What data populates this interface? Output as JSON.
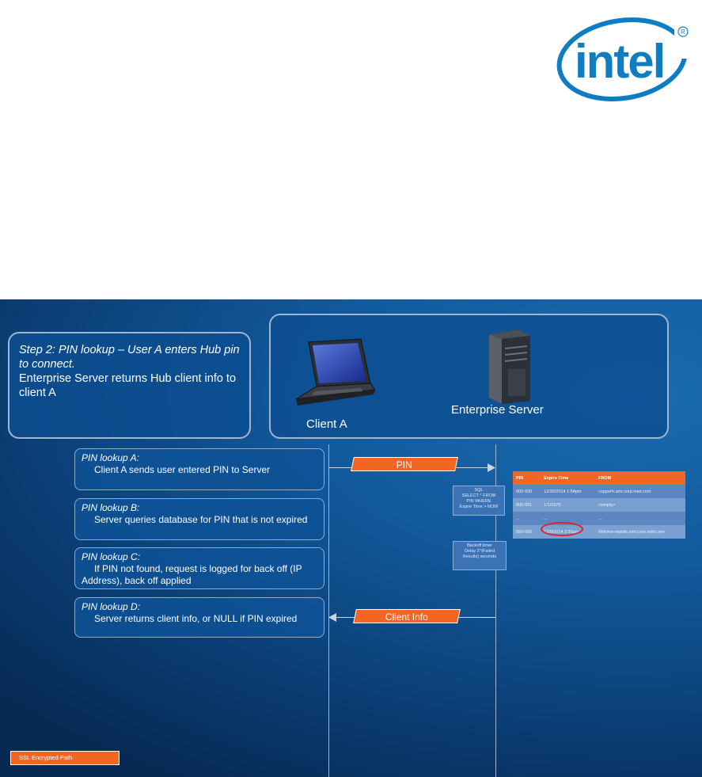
{
  "logo": {
    "text": "intel"
  },
  "step": {
    "line1_italic": "Step 2: PIN lookup",
    "line1_dash": " – ",
    "line1_rest": "User A enters Hub pin to connect.",
    "line2": "Enterprise Server returns Hub client info to client A"
  },
  "labels": {
    "client": "Client A",
    "server": "Enterprise Server"
  },
  "lookups": [
    {
      "title": "PIN lookup A:",
      "body": "Client A sends user entered PIN to Server"
    },
    {
      "title": "PIN lookup B:",
      "body": "Server queries database for PIN that is not expired"
    },
    {
      "title": "PIN lookup C:",
      "body": "If PIN not found, request is logged for back off (IP Address), back off applied"
    },
    {
      "title": "PIN lookup D:",
      "body": "Server returns client info, or NULL if PIN expired"
    }
  ],
  "messages": {
    "pin": "PIN",
    "client_info": "Client Info"
  },
  "notes": {
    "sql": [
      "SQL",
      "SELECT * FROM",
      "PIN WHERE",
      "Expire Time > NOW"
    ],
    "backoff": [
      "Backoff timer",
      "Delay 2^(Failed",
      "Results) seconds"
    ]
  },
  "table": {
    "headers": [
      "PIN",
      "Expire Time",
      "FROM"
    ],
    "rows": [
      [
        "000-000",
        "12/30/2014 1:54pm",
        "copperh.amr.corp.intel.com"
      ],
      [
        "000-001",
        "1/1/1970",
        "<empty>"
      ],
      [
        "...",
        "...",
        "..."
      ],
      [
        "999-999",
        "12/9/2014 2:56pm",
        "Rkfome-mobile.amr.corp.intel.com"
      ]
    ]
  },
  "legend": {
    "ssl": "SSL Encrypted Path"
  },
  "colors": {
    "accent": "#f26522",
    "intel_blue": "#0f7dc2",
    "highlight": "#d9262b"
  }
}
